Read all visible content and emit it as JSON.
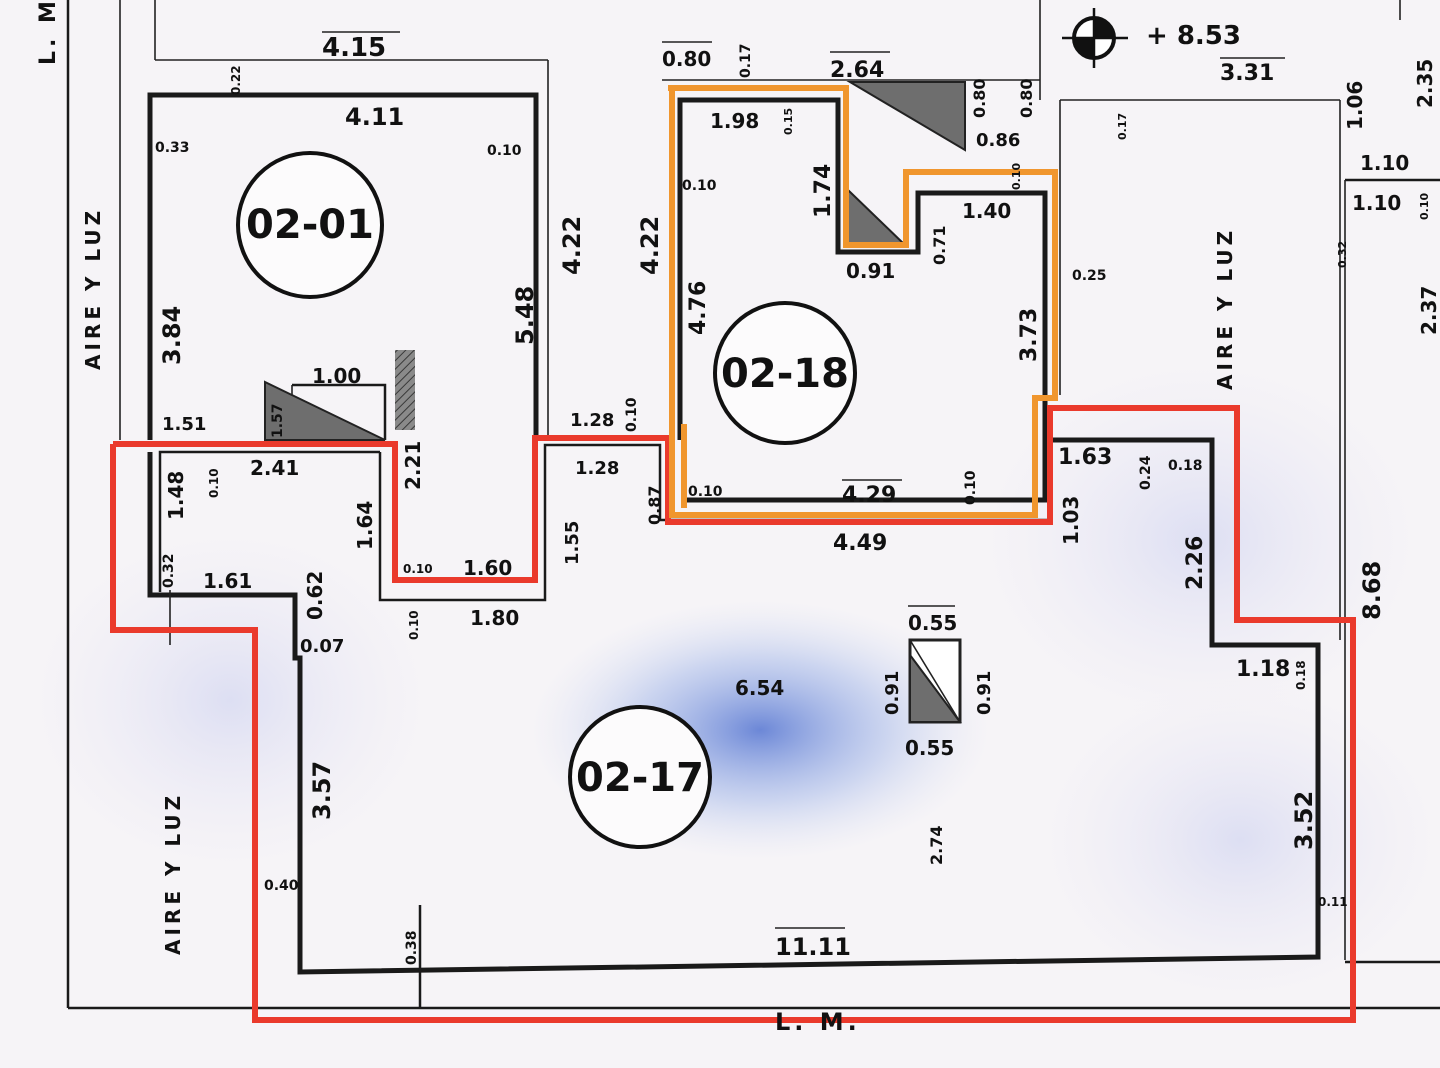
{
  "colors": {
    "unit_02_17_outline": "#ea3a2c",
    "unit_02_18_outline": "#f0962e",
    "ink": "#1a1a1a",
    "paper": "#f6f4f7",
    "stain": "#4a6fd0"
  },
  "units": [
    {
      "id": "02-01",
      "label": "02-01"
    },
    {
      "id": "02-18",
      "label": "02-18"
    },
    {
      "id": "02-17",
      "label": "02-17"
    }
  ],
  "labels": {
    "aire_luz_1": "AIRE Y LUZ",
    "aire_luz_2": "AIRE Y LUZ",
    "aire_luz_3": "AIRE Y LUZ",
    "lm_top": "L. M",
    "lm_bottom": "L. M.",
    "level": "+ 8.53"
  },
  "dimensions": {
    "d415": "4.15",
    "d411": "4.11",
    "d033": "0.33",
    "d010a": "0.10",
    "d022": "0.22",
    "d384": "3.84",
    "d548": "5.48",
    "d422a": "4.22",
    "d422b": "4.22",
    "d100": "1.00",
    "d151": "1.51",
    "d241": "2.41",
    "d010b": "0.10",
    "d157": "1.57",
    "d221": "2.21",
    "d148": "1.48",
    "d032": "0.32",
    "d161": "1.61",
    "d164": "1.64",
    "d062": "0.62",
    "d007": "0.07",
    "d010c": "0.10",
    "d160": "1.60",
    "d180": "1.80",
    "d010d": "0.10",
    "d128a": "1.28",
    "d128b": "1.28",
    "d010e": "0.10",
    "d155": "1.55",
    "d087": "0.87",
    "d080a": "0.80",
    "d017": "0.17",
    "d264": "2.64",
    "d080b": "0.80",
    "d080c": "0.80",
    "d086": "0.86",
    "d198": "1.98",
    "d010f": "0.10",
    "d015": "0.15",
    "d174": "1.74",
    "d476": "4.76",
    "d091a": "0.91",
    "d071": "0.71",
    "d140": "1.40",
    "d010g": "0.10",
    "d373": "3.73",
    "d429": "4.29",
    "d010h": "0.10",
    "d010i": "0.10",
    "d449": "4.49",
    "d331": "3.31",
    "d017b": "0.17",
    "d025": "0.25",
    "d106": "1.06",
    "d110a": "1.10",
    "d110b": "1.10",
    "d010j": "0.10",
    "d235": "2.35",
    "d032b": "0.32",
    "d237": "2.37",
    "d163": "1.63",
    "d024": "0.24",
    "d018a": "0.18",
    "d103": "1.03",
    "d226": "2.26",
    "d868": "8.68",
    "d118": "1.18",
    "d018b": "0.18",
    "d055a": "0.55",
    "d091b": "0.91",
    "d091c": "0.91",
    "d055b": "0.55",
    "d654": "6.54",
    "d274": "2.74",
    "d357": "3.57",
    "d040": "0.40",
    "d038": "0.38",
    "d1111": "11.11",
    "d352": "3.52",
    "d011": "0.11"
  }
}
